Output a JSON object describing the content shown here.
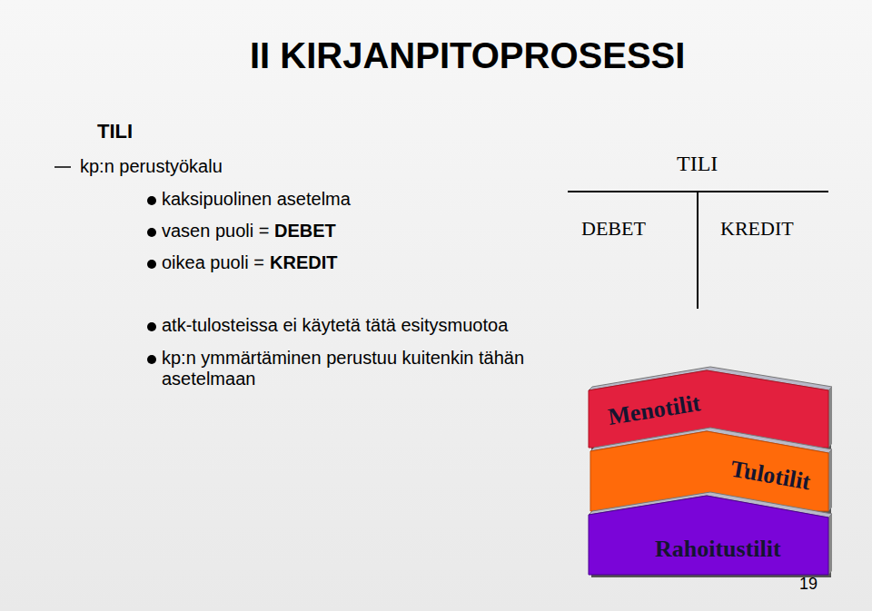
{
  "diagram": {
    "title": "II KIRJANPITOPROSESSI",
    "nodes": [
      {
        "text": [
          "Menotilit"
        ]
      },
      {
        "text": [
          "Tulotilit"
        ]
      },
      {
        "text": [
          "Rahoitustilit"
        ]
      }
    ],
    "labels": [
      "TILI",
      "kp:n perustyökalu",
      "kaksipuolinen asetelma",
      "vasen puoli =",
      "DEBET",
      "oikea puoli =",
      "KREDIT",
      "TILI",
      "DEBET",
      "KREDIT",
      "atk-tulosteissa ei käytetä tätä esitysmuotoa",
      "kp:n ymmärtäminen perustuu kuitenkin tähän asetelmaan",
      "19"
    ]
  }
}
